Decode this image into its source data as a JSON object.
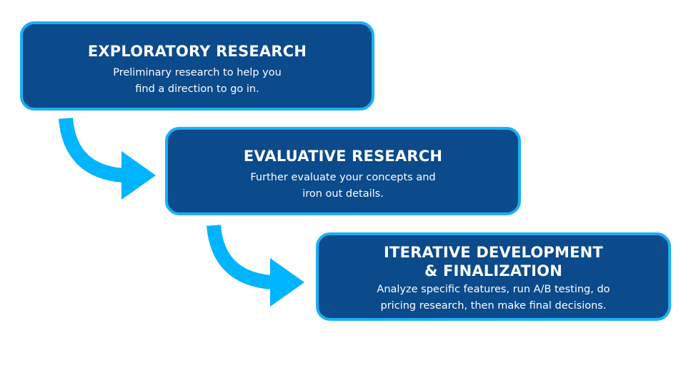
{
  "colors": {
    "box_fill": "#0b4a8b",
    "box_border": "#1ab0f5",
    "arrow": "#00b4ff",
    "text": "#ffffff"
  },
  "steps": [
    {
      "title": "EXPLORATORY RESEARCH",
      "description": "Preliminary research to help you\nfind a direction to go in."
    },
    {
      "title": "EVALUATIVE RESEARCH",
      "description": "Further evaluate your concepts and\niron out details."
    },
    {
      "title": "ITERATIVE DEVELOPMENT\n& FINALIZATION",
      "description": "Analyze specific features, run A/B testing, do\npricing research, then make final decisions."
    }
  ],
  "connectors": [
    {
      "from": "EXPLORATORY RESEARCH",
      "to": "EVALUATIVE RESEARCH",
      "icon": "curved-arrow-right-icon"
    },
    {
      "from": "EVALUATIVE RESEARCH",
      "to": "ITERATIVE DEVELOPMENT & FINALIZATION",
      "icon": "curved-arrow-right-icon"
    }
  ]
}
